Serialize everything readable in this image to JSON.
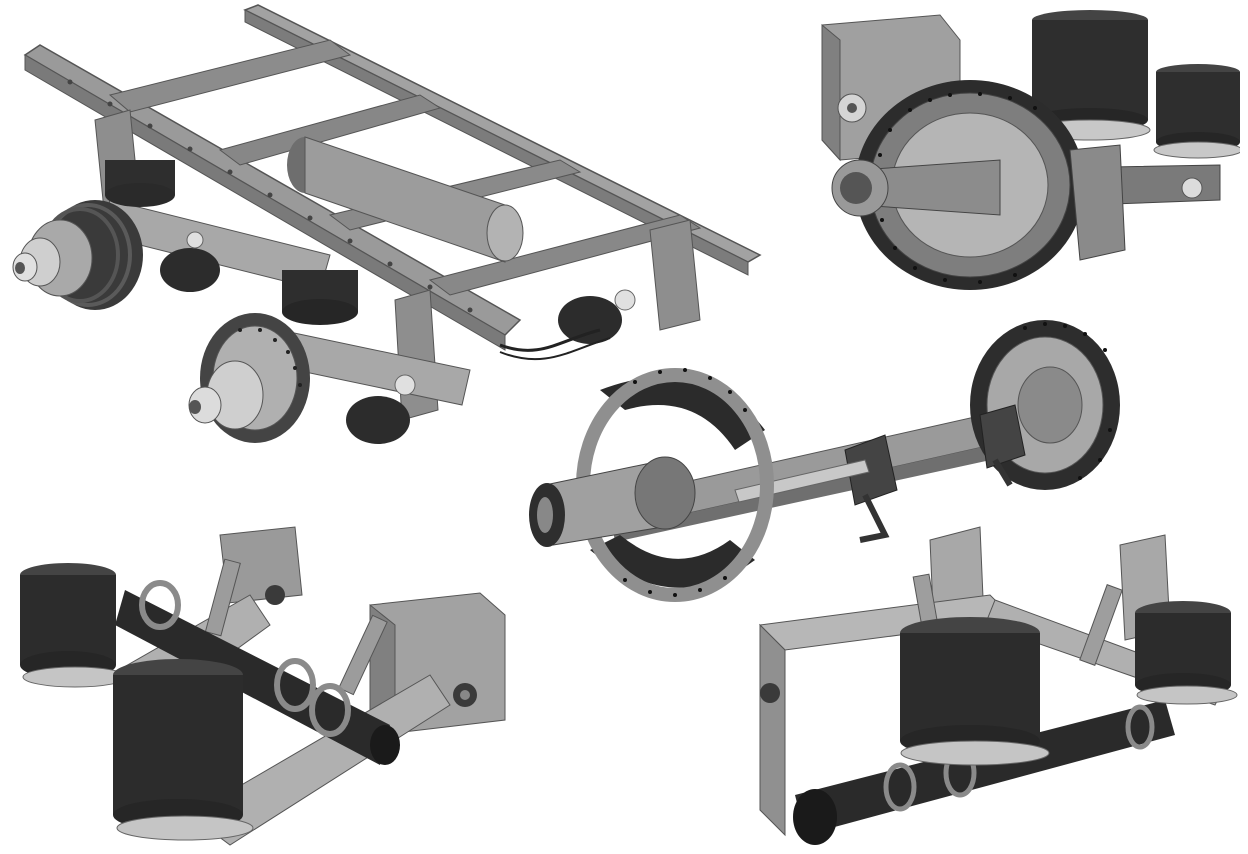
{
  "scene": {
    "background": "#ffffff",
    "palette": {
      "steel_light": "#b9b9b9",
      "steel_mid": "#8f8f8f",
      "steel_dark": "#5e5e5e",
      "rubber": "#2b2b2b",
      "rubber_hi": "#4a4a4a",
      "lining": "#3a3a3a",
      "chrome": "#d8d8d8"
    },
    "components": [
      {
        "id": "trailer-chassis-tandem-assembly",
        "icon": "chassis-icon"
      },
      {
        "id": "air-suspension-with-drum-brake",
        "icon": "drum-brake-icon"
      },
      {
        "id": "braked-axle-beam",
        "icon": "axle-icon"
      },
      {
        "id": "trailing-arm-air-suspension-left",
        "icon": "air-spring-icon"
      },
      {
        "id": "trailing-arm-air-suspension-right",
        "icon": "air-spring-icon"
      }
    ]
  }
}
